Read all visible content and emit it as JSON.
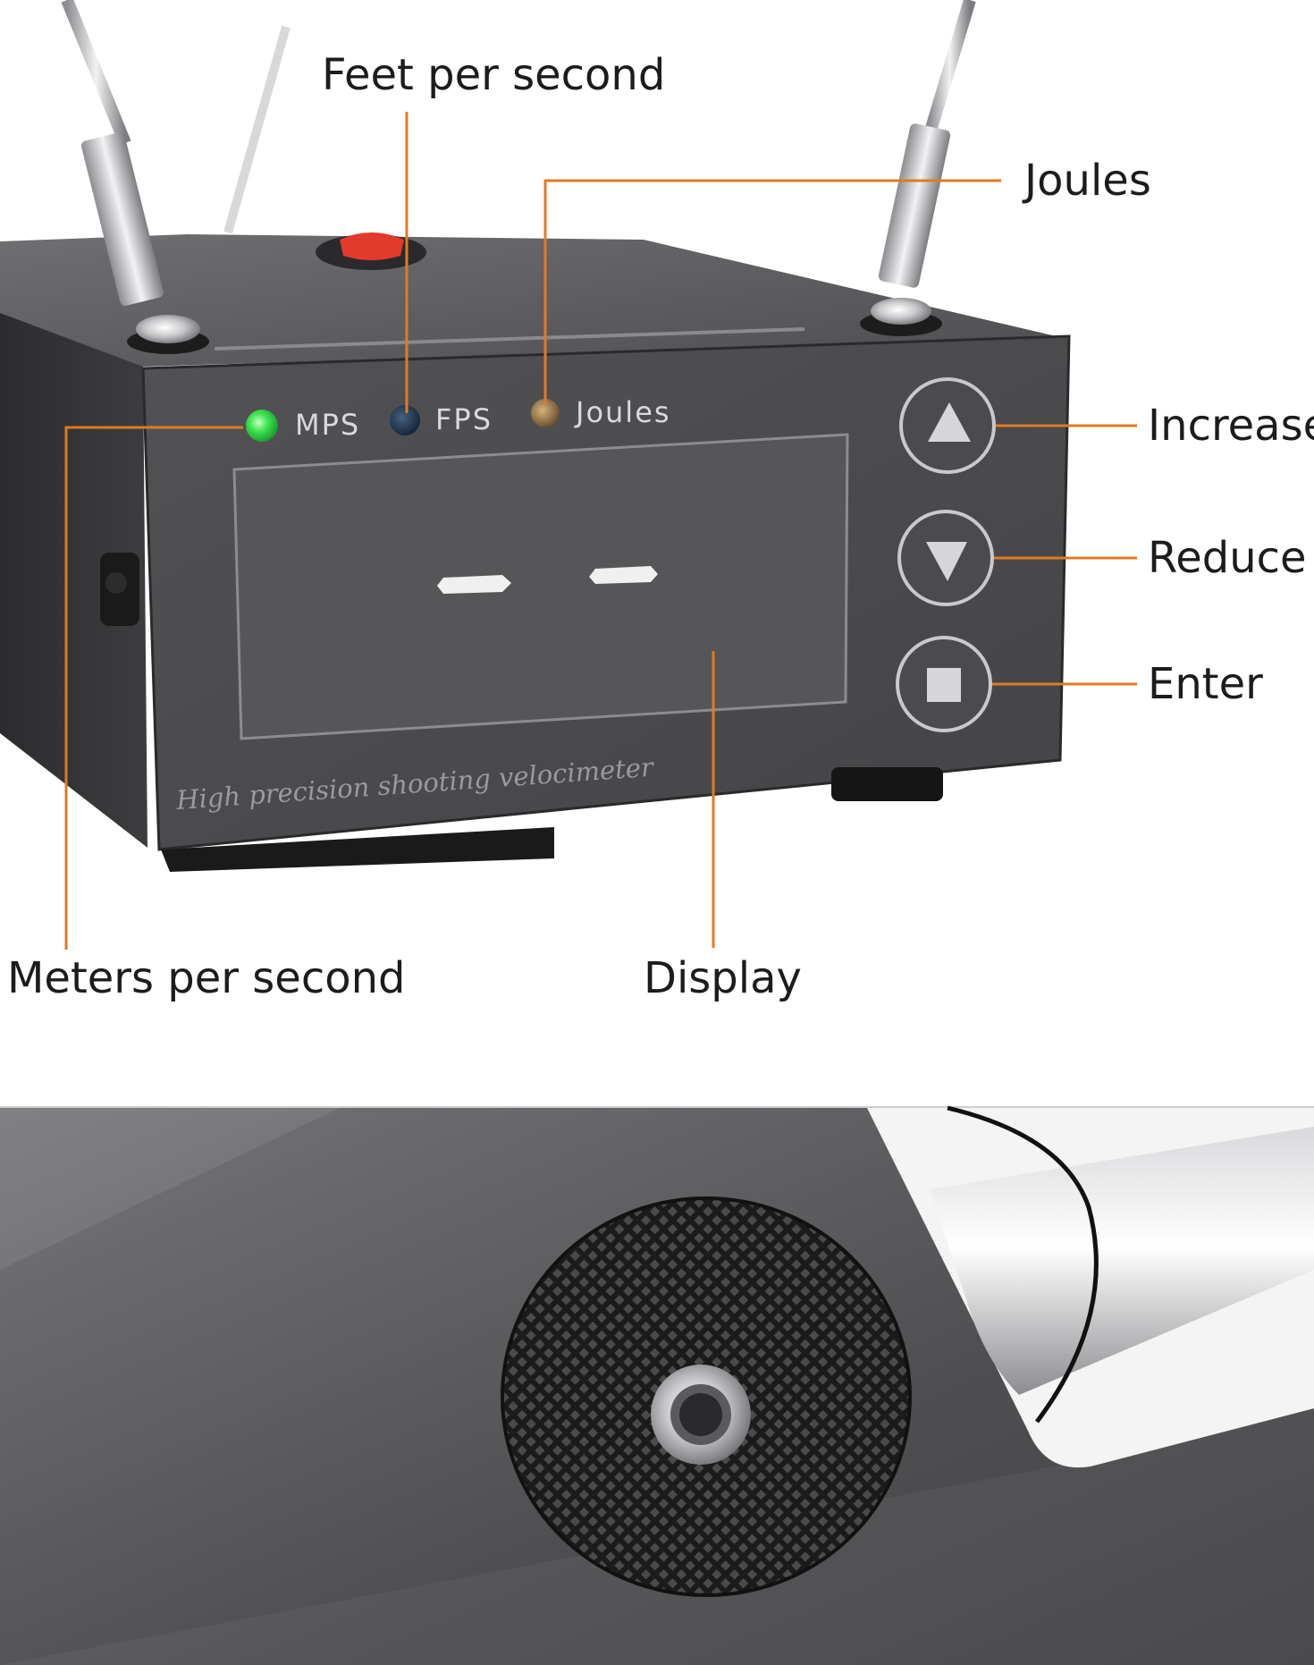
{
  "callouts": {
    "feet_per_second": "Feet per second",
    "joules": "Joules",
    "increase": "Increase",
    "reduce": "Reduce",
    "enter": "Enter",
    "meters_per_second": "Meters per second",
    "display": "Display"
  },
  "device": {
    "indicators": [
      {
        "label": "MPS",
        "state": "on",
        "color": "#38e04a"
      },
      {
        "label": "FPS",
        "state": "off",
        "color": "#1d3550"
      },
      {
        "label": "Joules",
        "state": "off",
        "color": "#8a6a3a"
      }
    ],
    "tagline": "High precision shooting velocimeter",
    "buttons": [
      "triangle-up-icon",
      "triangle-down-icon",
      "square-icon"
    ]
  },
  "colors": {
    "leader_line": "#e07b22",
    "device_body": "#4a4a4c",
    "display_glass": "#525254",
    "label_text": "#1c1c1c"
  }
}
